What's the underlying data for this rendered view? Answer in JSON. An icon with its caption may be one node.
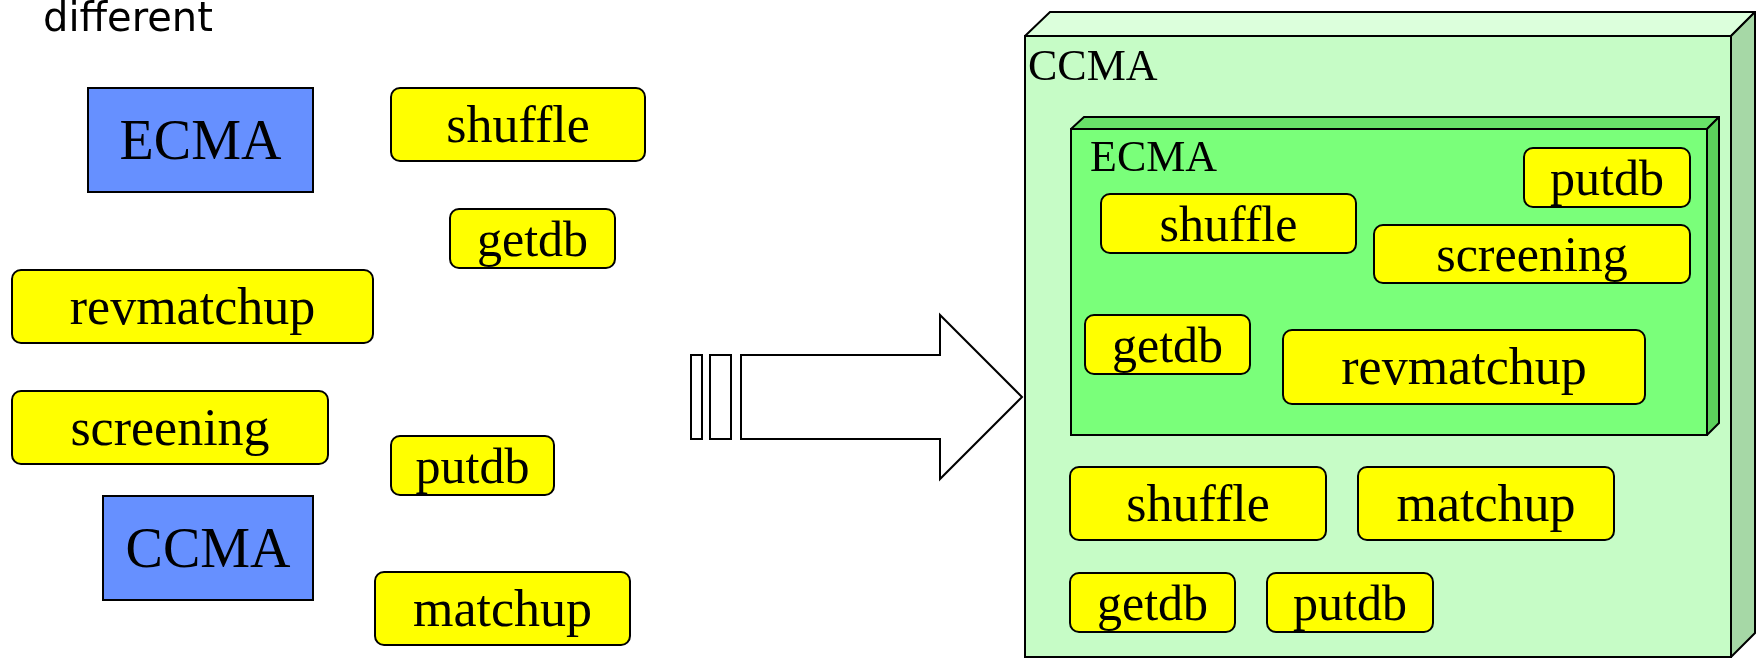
{
  "diagram": {
    "nodes": [
      {
        "text": [
          "ECMA"
        ]
      },
      {
        "text": [
          "shuffle"
        ]
      },
      {
        "text": [
          "getdb"
        ]
      },
      {
        "text": [
          "revmatchup"
        ]
      },
      {
        "text": [
          "screening"
        ]
      },
      {
        "text": [
          "putdb"
        ]
      },
      {
        "text": [
          "CCMA"
        ]
      },
      {
        "text": [
          "matchup"
        ]
      },
      {
        "text": [
          "CCMA"
        ]
      },
      {
        "text": [
          "ECMA"
        ],
        "in": 8
      },
      {
        "text": [
          "putdb"
        ],
        "in": 9
      },
      {
        "text": [
          "shuffle"
        ],
        "in": 9
      },
      {
        "text": [
          "screening"
        ],
        "in": 9
      },
      {
        "text": [
          "getdb"
        ],
        "in": 9
      },
      {
        "text": [
          "revmatchup"
        ],
        "in": 9
      },
      {
        "text": [
          "shuffle"
        ],
        "in": 8
      },
      {
        "text": [
          "matchup"
        ],
        "in": 8
      },
      {
        "text": [
          "getdb"
        ],
        "in": 8
      },
      {
        "text": [
          "putdb"
        ],
        "in": 8
      }
    ],
    "edges": [
      {
        "from": null,
        "to": 8,
        "arrow": "to"
      }
    ],
    "labels": [
      "different"
    ]
  }
}
